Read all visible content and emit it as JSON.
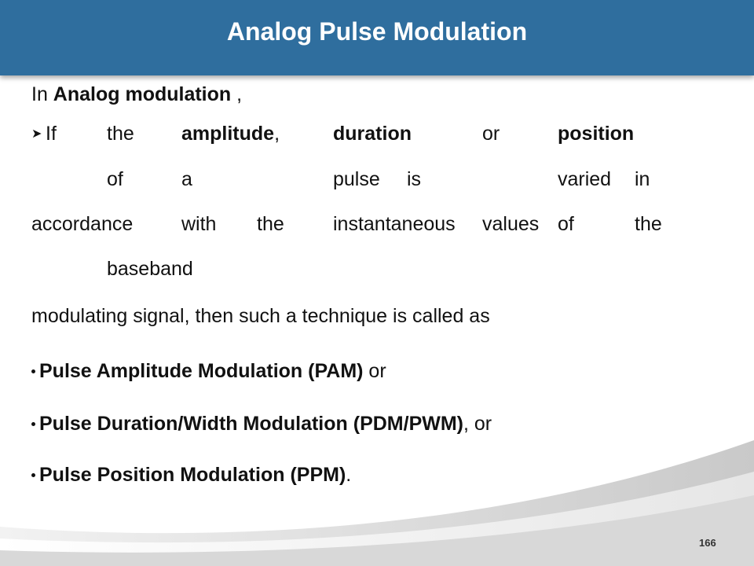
{
  "slide": {
    "title": "Analog Pulse Modulation",
    "intro_prefix": "In ",
    "intro_bold": "Analog modulation",
    "intro_suffix": " ,",
    "row1": {
      "w1": "If",
      "w2": "the",
      "w3": "amplitude",
      "w3_suffix": ",",
      "w4": "duration",
      "w5": "or",
      "w6": "position"
    },
    "row2": {
      "w1": "of",
      "w2": "a",
      "w3": "pulse",
      "w4": "is",
      "w5": "varied",
      "w6": "in"
    },
    "row3": {
      "w1": "accordance",
      "w2": "with",
      "w3": "the",
      "w4": "instantaneous",
      "w5": "values",
      "w6": "of",
      "w7": "the"
    },
    "row4": {
      "w1": "baseband"
    },
    "row5": "modulating signal, then such a technique is called as",
    "bullets": [
      {
        "bold": "Pulse Amplitude Modulation (PAM)",
        "suffix": " or"
      },
      {
        "bold": "Pulse Duration/Width Modulation (PDM/PWM)",
        "suffix": ", or"
      },
      {
        "bold": "Pulse Position Modulation (PPM)",
        "suffix": "."
      }
    ],
    "page_number": "166"
  },
  "icons": {
    "first_bullet": "arrow-bullet-icon",
    "list_bullet": "dot-bullet-icon"
  },
  "colors": {
    "title_bar": "#2f6e9e",
    "title_text": "#ffffff"
  }
}
